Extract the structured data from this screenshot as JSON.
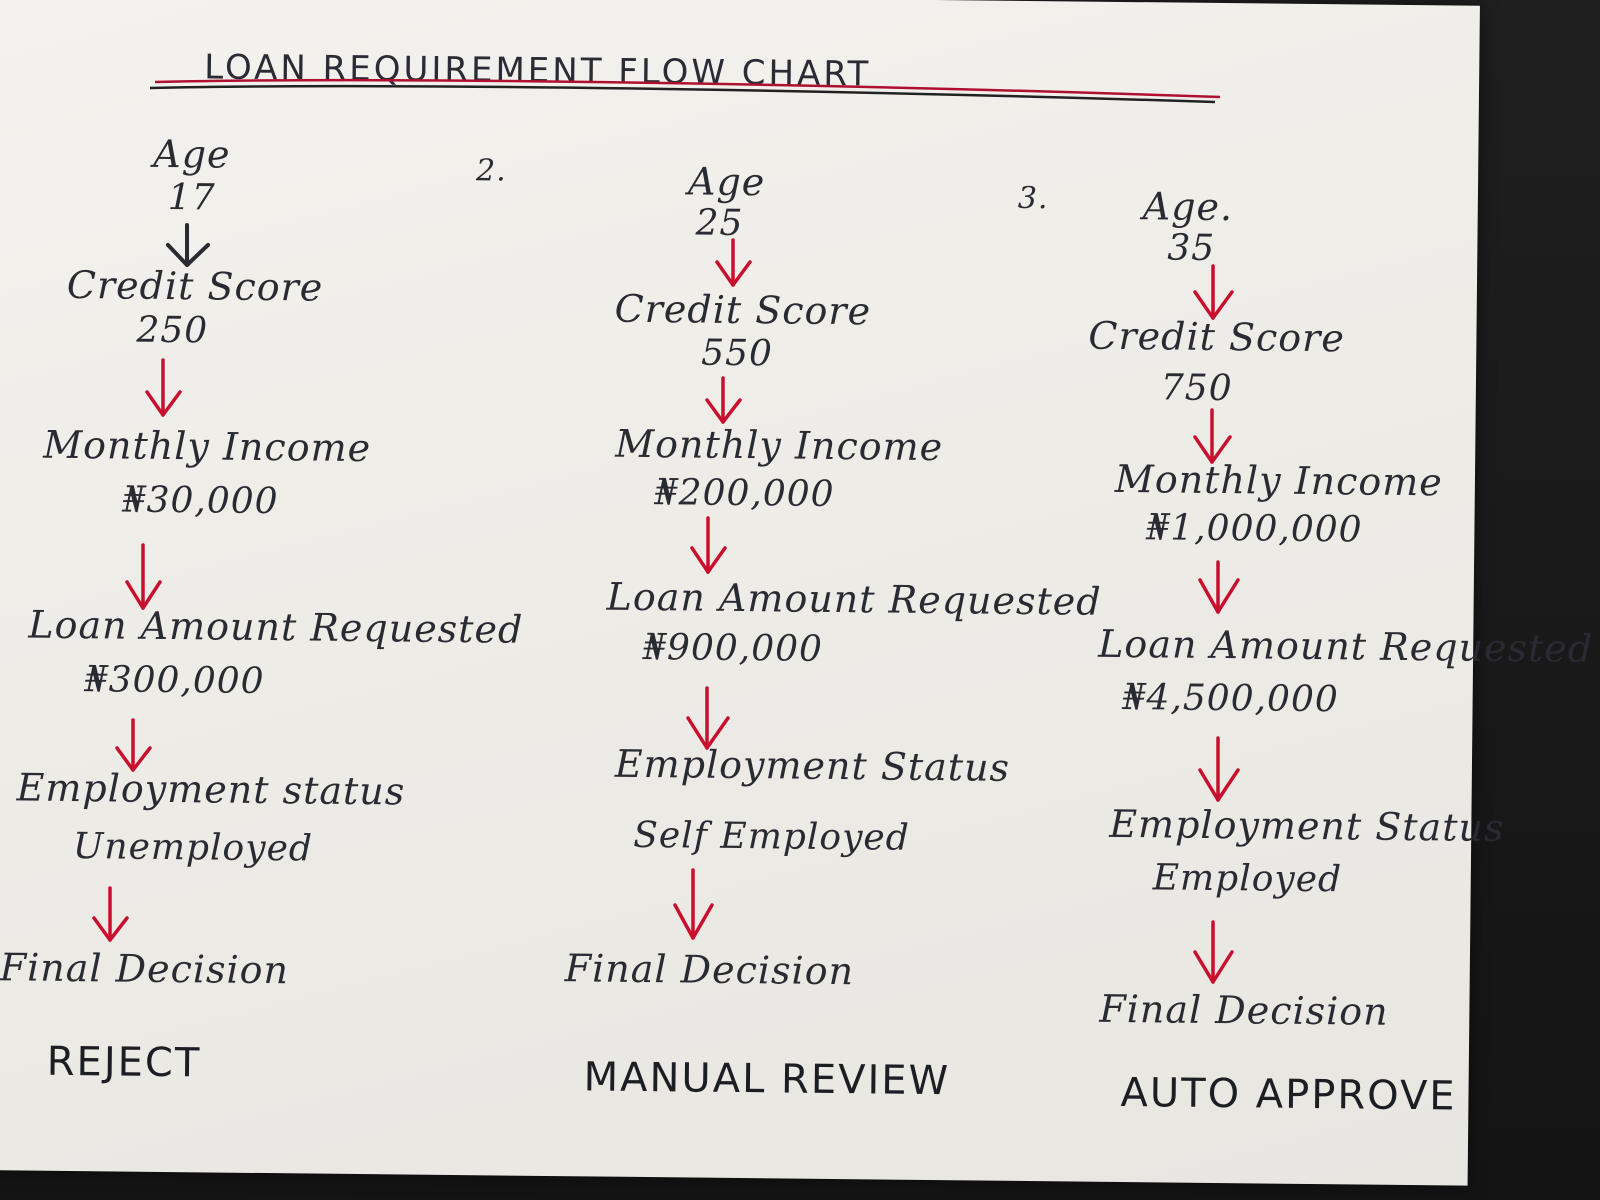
{
  "title": "LOAN REQUIREMENT FLOW CHART",
  "colors": {
    "arrow": "#c8102e",
    "ink": "#2a2a33",
    "underline": "#b01030",
    "paper": "#f1efea"
  },
  "flows": [
    {
      "number": "",
      "age_label": "Age",
      "age_value": "17",
      "credit_label": "Credit Score",
      "credit_value": "250",
      "income_label": "Monthly Income",
      "income_value": "₦30,000",
      "loan_label": "Loan Amount Requested",
      "loan_value": "₦300,000",
      "employment_label": "Employment status",
      "employment_value": "Unemployed",
      "final_label": "Final Decision",
      "decision": "REJECT"
    },
    {
      "number": "2.",
      "age_label": "Age",
      "age_value": "25",
      "credit_label": "Credit Score",
      "credit_value": "550",
      "income_label": "Monthly Income",
      "income_value": "₦200,000",
      "loan_label": "Loan Amount Requested",
      "loan_value": "₦900,000",
      "employment_label": "Employment Status",
      "employment_value": "Self Employed",
      "final_label": "Final Decision",
      "decision": "MANUAL REVIEW"
    },
    {
      "number": "3.",
      "age_label": "Age.",
      "age_value": "35",
      "credit_label": "Credit Score",
      "credit_value": "750",
      "income_label": "Monthly Income",
      "income_value": "₦1,000,000",
      "loan_label": "Loan Amount Requested",
      "loan_value": "₦4,500,000",
      "employment_label": "Employment Status",
      "employment_value": "Employed",
      "final_label": "Final Decision",
      "decision": "AUTO APPROVE"
    }
  ]
}
